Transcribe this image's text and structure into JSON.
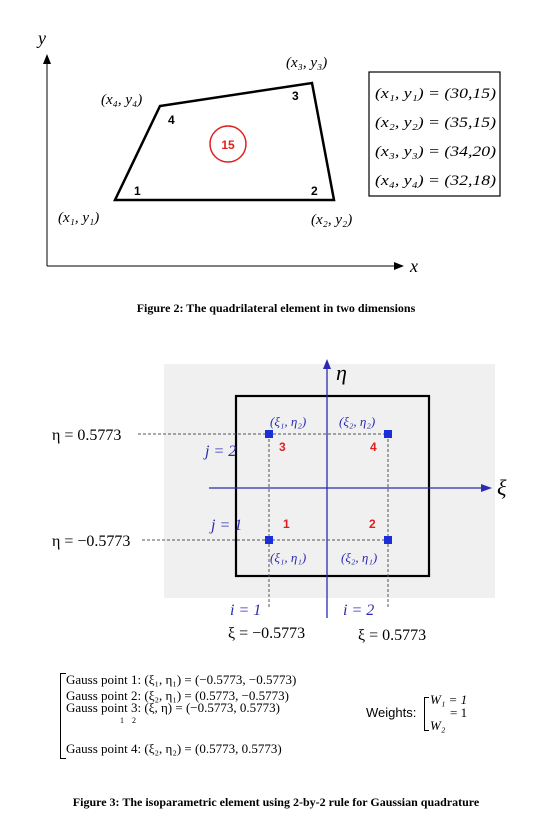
{
  "figure2": {
    "axis_x": "x",
    "axis_y": "y",
    "element_number": "15",
    "node_numbers": [
      "1",
      "2",
      "3",
      "4"
    ],
    "node_labels": [
      "(x₁, y₁)",
      "(x₂, y₂)",
      "(x₃, y₃)",
      "(x₄, y₄)"
    ],
    "coords_box": [
      "(x₁, y₁) = (30,15)",
      "(x₂, y₂) = (35,15)",
      "(x₃, y₃) = (34,20)",
      "(x₄, y₄) = (32,18)"
    ],
    "caption": "Figure 2: The quadrilateral element in two dimensions"
  },
  "figure3": {
    "axis_xi": "ξ",
    "axis_eta": "η",
    "eta_top": "η = 0.5773",
    "eta_bottom": "η = −0.5773",
    "xi_left": "ξ = −0.5773",
    "xi_right": "ξ = 0.5773",
    "j2": "j = 2",
    "j1": "j = 1",
    "i1": "i = 1",
    "i2": "i = 2",
    "point_numbers": [
      "1",
      "2",
      "3",
      "4"
    ],
    "point_labels": [
      "(ξ₁, η₁)",
      "(ξ₂, η₁)",
      "(ξ₁, η₂)",
      "(ξ₂, η₂)"
    ],
    "gauss_points": [
      "Gauss point 1: (ξ₁, η₁) = (−0.5773, −0.5773)",
      "Gauss point 2: (ξ₂, η₁) = (0.5773, −0.5773)",
      "Gauss point 3: (ξ, η) = (−0.5773, 0.5773)",
      "Gauss point 4: (ξ₂, η₂) = (0.5773, 0.5773)"
    ],
    "gp3_subscripts": "1    2",
    "weights_label": "Weights:",
    "weight1": "W₁ = 1",
    "weight2_value": "= 1",
    "weight2_symbol": "W₂",
    "caption": "Figure 3: The isoparametric element using 2-by-2 rule for Gaussian quadrature"
  },
  "colors": {
    "blue": "#2b2bb0",
    "red": "#e02020",
    "gauss_point": "#1a2fd6",
    "panel": "#f0f0f0"
  }
}
